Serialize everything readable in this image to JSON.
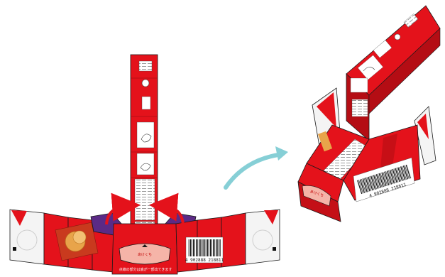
{
  "colors": {
    "box_red": "#e4121b",
    "box_red_dark": "#b40d14",
    "purple_flap": "#5b2a86",
    "arrow_red": "#e4121b",
    "arrow_teal": "#86cfd6",
    "white_panel": "#f4f4f4",
    "outline": "#1a1a1a"
  },
  "labels": {
    "opening_tab_left": "あけくち",
    "opening_tab_right": "あけくち",
    "barcode_left": "4 902888 218811",
    "barcode_right": "4 902888 218811",
    "nutrition_title": "栄養成分表示",
    "dotted_line_note": "点線の部分は底が一部出てきます",
    "product_title_note": "たまごボーロ"
  },
  "icons": {
    "fold_arrow_left": "curved-arrow-icon",
    "fold_arrow_right": "curved-arrow-icon",
    "transition_arrow": "curved-arrow-icon",
    "recycle_mark": "recycle-icon",
    "hand_illustration": "hand-icon"
  }
}
